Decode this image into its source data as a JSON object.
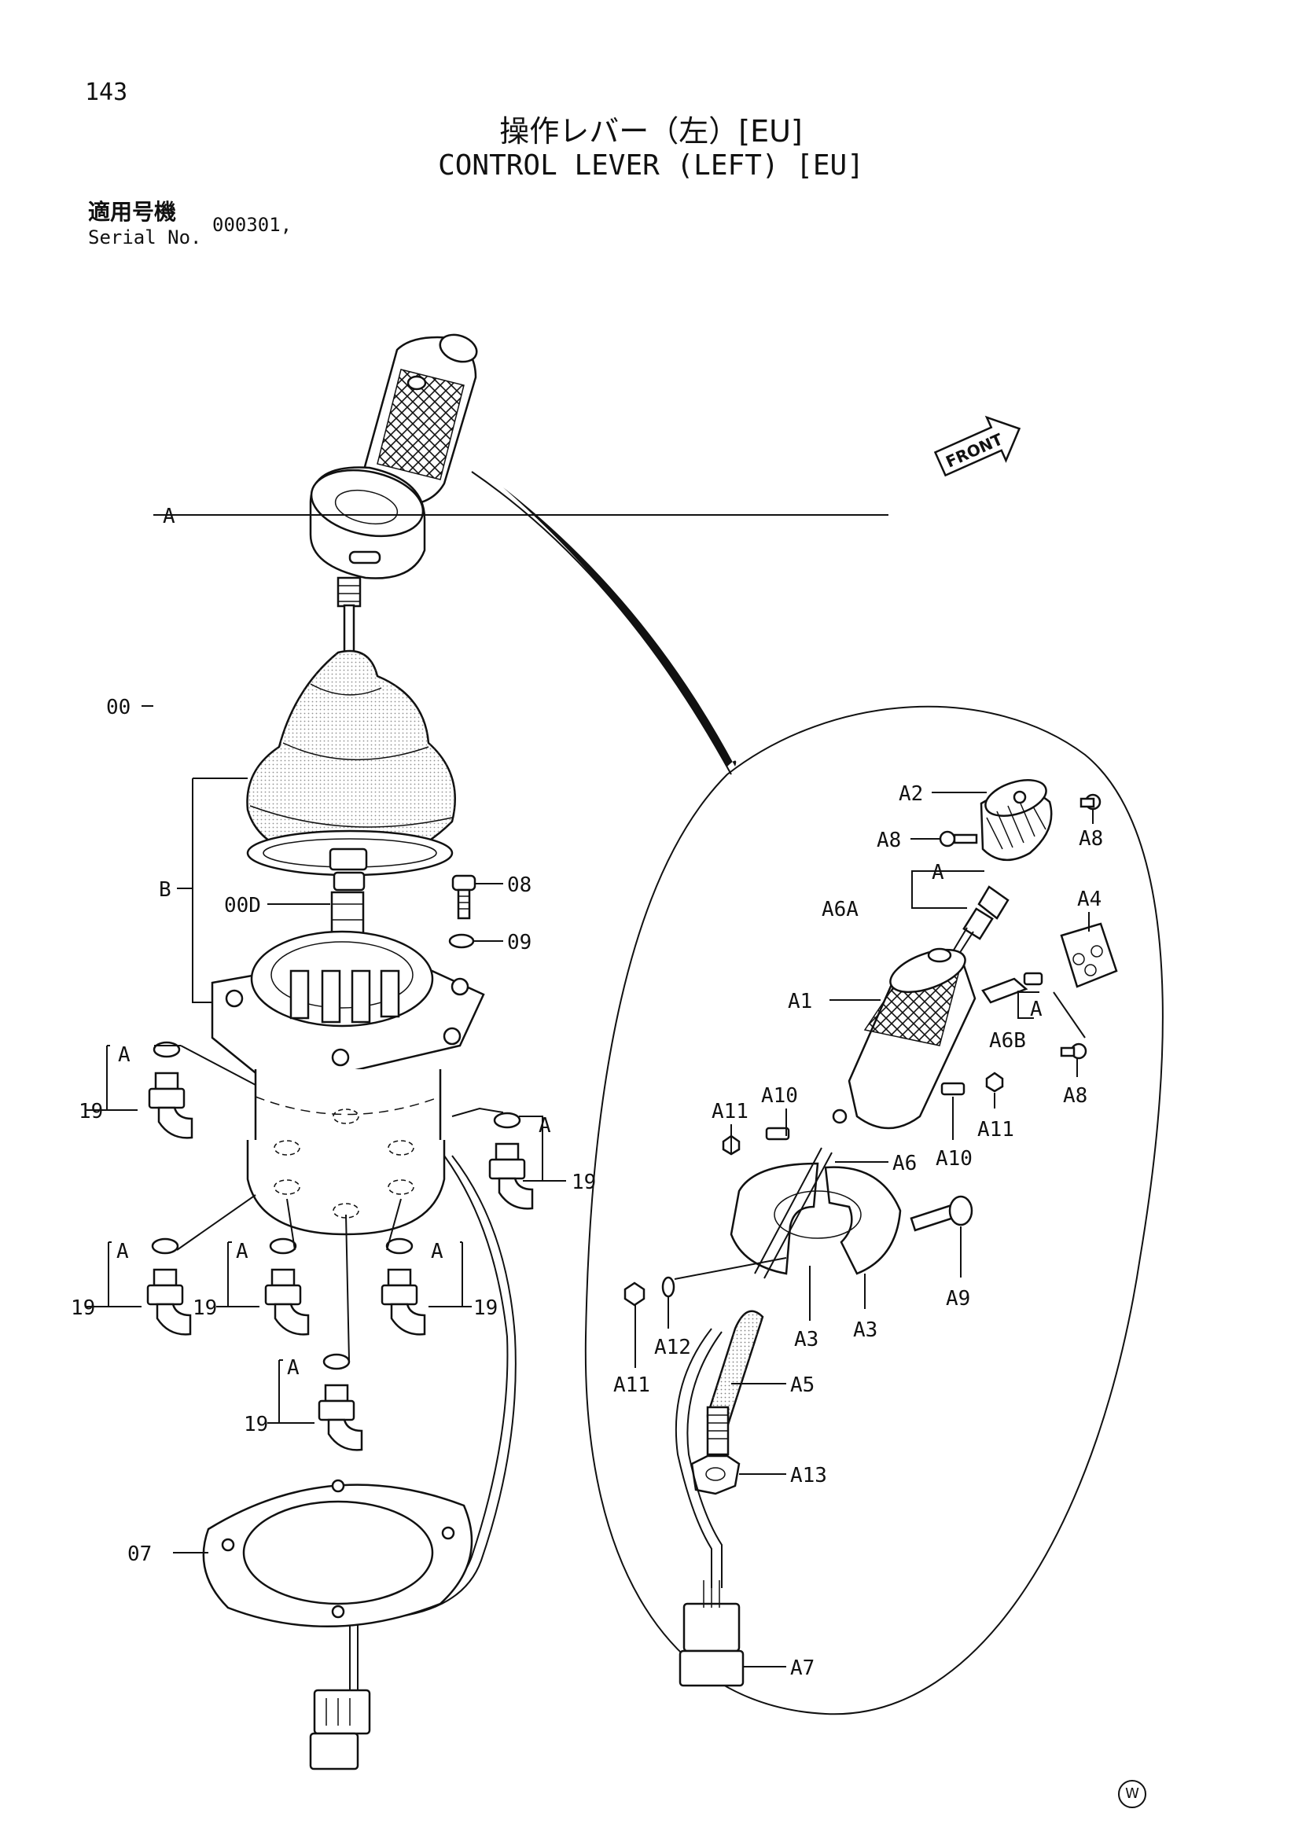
{
  "page": {
    "number": "143",
    "title_jp": "操作レバー（左）[EU]",
    "title_en": "CONTROL LEVER (LEFT) [EU]",
    "serial_label_jp": "適用号機",
    "serial_label_en": "Serial No.",
    "serial_value": "000301,",
    "mark": "W"
  },
  "front_arrow": {
    "label": "FRONT"
  },
  "callouts": {
    "a_top": "A",
    "b": "B",
    "s00": "00",
    "s00d": "00D",
    "s08": "08",
    "s09": "09",
    "s07": "07",
    "a_nozzle_1": "A",
    "s19_1": "19",
    "a_nozzle_2": "A",
    "s19_2": "19",
    "a_nozzle_3": "A",
    "s19_3": "19",
    "a_nozzle_4": "A",
    "s19_4": "19",
    "a_nozzle_5": "A",
    "s19_5": "19",
    "a_nozzle_6": "A",
    "s19_6": "19",
    "a1": "A1",
    "a2": "A2",
    "a3_left": "A3",
    "a3_right": "A3",
    "a4": "A4",
    "a5": "A5",
    "a6": "A6",
    "a6a": "A6A",
    "a6b": "A6B",
    "a7": "A7",
    "a8_left": "A8",
    "a8_top": "A8",
    "a8_lower": "A8",
    "a9": "A9",
    "a10_left": "A10",
    "a10_right": "A10",
    "a11_upper_left": "A11",
    "a11_upper_right": "A11",
    "a11_lower": "A11",
    "a12": "A12",
    "a13": "A13",
    "a_detail_switch": "A",
    "a_detail_wire": "A"
  }
}
